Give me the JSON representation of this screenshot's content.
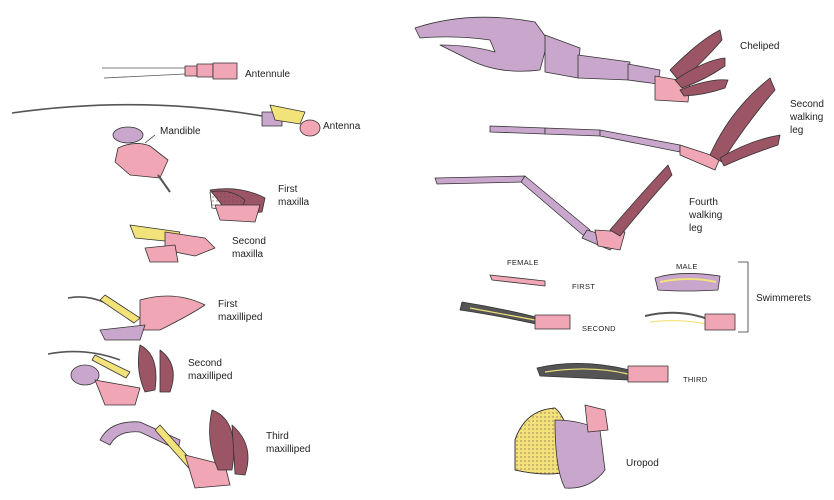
{
  "labels": {
    "antennule": "Antennule",
    "antenna": "Antenna",
    "mandible": "Mandible",
    "first_maxilla": "First\nmaxilla",
    "second_maxilla": "Second\nmaxilla",
    "first_maxilliped": "First\nmaxilliped",
    "second_maxilliped": "Second\nmaxilliped",
    "third_maxilliped": "Third\nmaxilliped",
    "cheliped": "Cheliped",
    "second_walking_leg": "Second\nwalking\nleg",
    "fourth_walking_leg": "Fourth\nwalking\nleg",
    "female": "FEMALE",
    "male": "MALE",
    "first": "FIRST",
    "second": "SECOND",
    "third": "THIRD",
    "swimmerets": "Swimmerets",
    "uropod": "Uropod"
  },
  "colors": {
    "pink": "#f0a6b4",
    "lavender": "#c9a7cc",
    "yellow": "#f2e27a",
    "maroon": "#9c5565",
    "outline": "#333333"
  }
}
